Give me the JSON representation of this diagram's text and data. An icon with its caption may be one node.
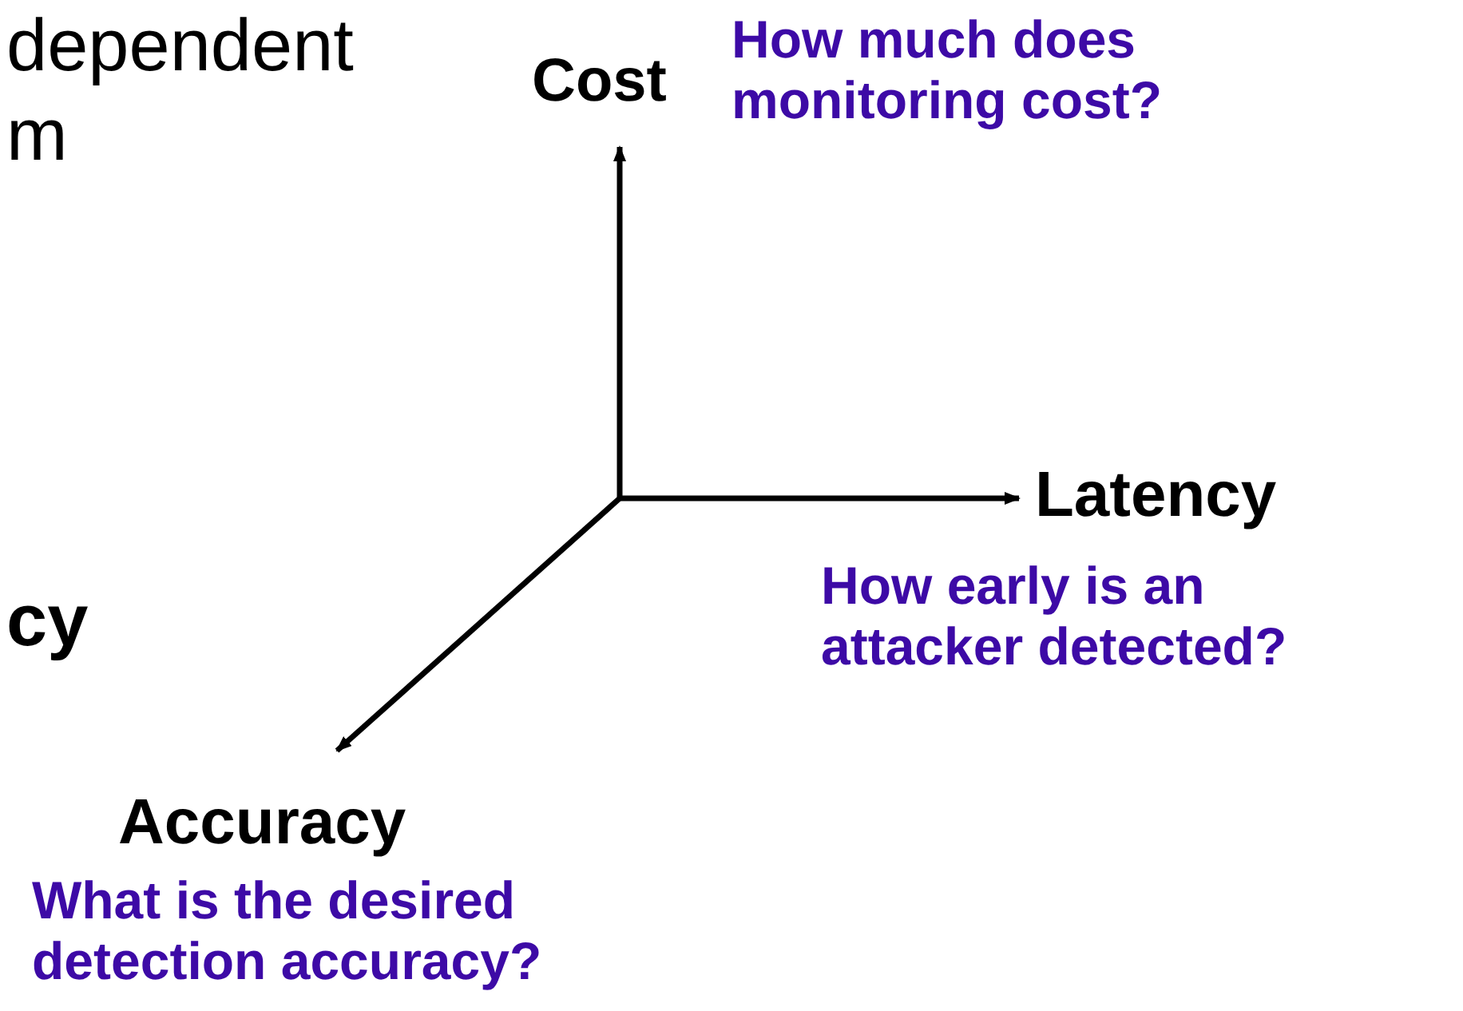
{
  "diagram": {
    "labels": [
      "dependent",
      "m",
      "Cost",
      "How much does monitoring cost?",
      "Latency",
      "How early is an attacker detected?",
      "cy",
      "Accuracy",
      "What is the desired detection accuracy?"
    ]
  }
}
